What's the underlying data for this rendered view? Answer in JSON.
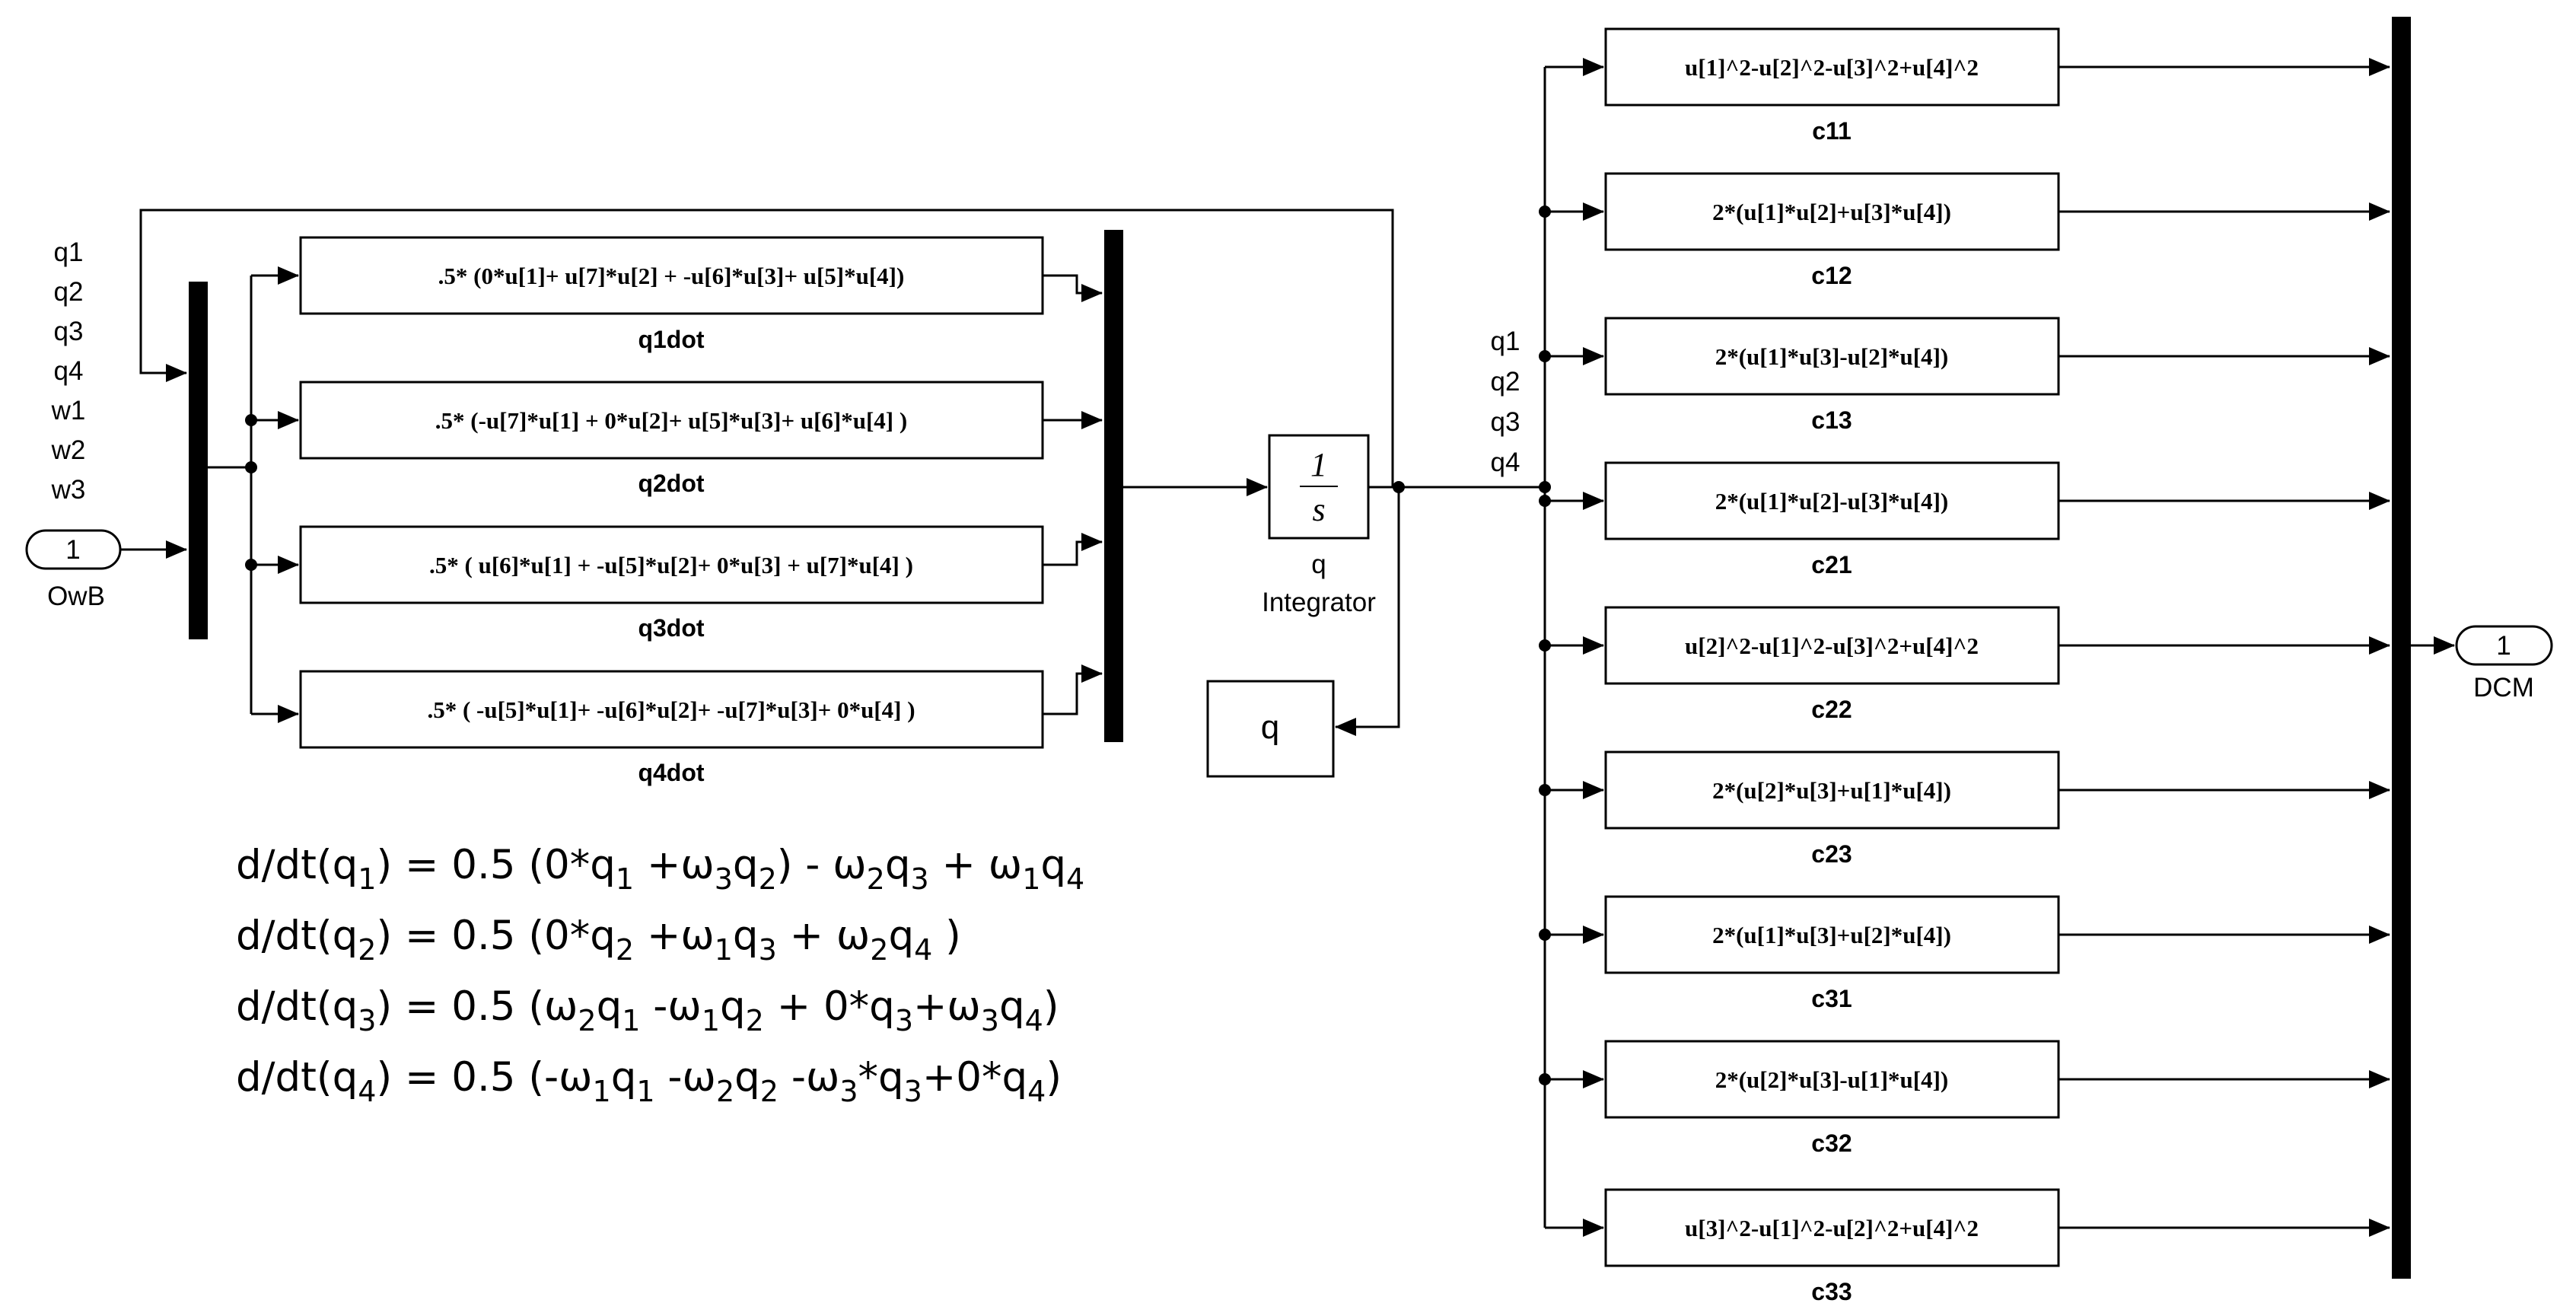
{
  "inport": {
    "number": "1",
    "name": "OwB"
  },
  "demux_signals": [
    "q1",
    "q2",
    "q3",
    "q4",
    "w1",
    "w2",
    "w3"
  ],
  "qdot_blocks": [
    {
      "expr": ".5* (0*u[1]+  u[7]*u[2] +  -u[6]*u[3]+  u[5]*u[4])",
      "name": "q1dot"
    },
    {
      "expr": ".5* (-u[7]*u[1]  +  0*u[2]+  u[5]*u[3]+  u[6]*u[4]  )",
      "name": "q2dot"
    },
    {
      "expr": ".5* ( u[6]*u[1] +  -u[5]*u[2]+   0*u[3] +  u[7]*u[4]  )",
      "name": "q3dot"
    },
    {
      "expr": ".5* ( -u[5]*u[1]+   -u[6]*u[2]+   -u[7]*u[3]+   0*u[4]  )",
      "name": "q4dot"
    }
  ],
  "integrator": {
    "num": "1",
    "den": "s",
    "state": "q",
    "name": "Integrator"
  },
  "goto_tag": "q",
  "bus_signals": [
    "q1",
    "q2",
    "q3",
    "q4"
  ],
  "dcm_blocks": [
    {
      "expr": "u[1]^2-u[2]^2-u[3]^2+u[4]^2",
      "name": "c11"
    },
    {
      "expr": "2*(u[1]*u[2]+u[3]*u[4])",
      "name": "c12"
    },
    {
      "expr": "2*(u[1]*u[3]-u[2]*u[4])",
      "name": "c13"
    },
    {
      "expr": "2*(u[1]*u[2]-u[3]*u[4])",
      "name": "c21"
    },
    {
      "expr": "u[2]^2-u[1]^2-u[3]^2+u[4]^2",
      "name": "c22"
    },
    {
      "expr": "2*(u[2]*u[3]+u[1]*u[4])",
      "name": "c23"
    },
    {
      "expr": "2*(u[1]*u[3]+u[2]*u[4])",
      "name": "c31"
    },
    {
      "expr": "2*(u[2]*u[3]-u[1]*u[4])",
      "name": "c32"
    },
    {
      "expr": "u[3]^2-u[1]^2-u[2]^2+u[4]^2",
      "name": "c33"
    }
  ],
  "outport": {
    "number": "1",
    "name": "DCM"
  },
  "equations": [
    [
      [
        "t",
        "d/dt(q"
      ],
      [
        "s",
        "1"
      ],
      [
        "t",
        ") = 0.5 (0*q"
      ],
      [
        "s",
        "1"
      ],
      [
        "t",
        " +ω"
      ],
      [
        "s",
        "3"
      ],
      [
        "t",
        "q"
      ],
      [
        "s",
        "2"
      ],
      [
        "t",
        ") - ω"
      ],
      [
        "s",
        "2"
      ],
      [
        "t",
        "q"
      ],
      [
        "s",
        "3"
      ],
      [
        "t",
        " + ω"
      ],
      [
        "s",
        "1"
      ],
      [
        "t",
        "q"
      ],
      [
        "s",
        "4"
      ]
    ],
    [
      [
        "t",
        "d/dt(q"
      ],
      [
        "s",
        "2"
      ],
      [
        "t",
        ") = 0.5 (0*q"
      ],
      [
        "s",
        "2"
      ],
      [
        "t",
        " +ω"
      ],
      [
        "s",
        "1"
      ],
      [
        "t",
        "q"
      ],
      [
        "s",
        "3"
      ],
      [
        "t",
        " + ω"
      ],
      [
        "s",
        "2"
      ],
      [
        "t",
        "q"
      ],
      [
        "s",
        "4"
      ],
      [
        "t",
        " )"
      ]
    ],
    [
      [
        "t",
        "d/dt(q"
      ],
      [
        "s",
        "3"
      ],
      [
        "t",
        ") = 0.5 (ω"
      ],
      [
        "s",
        "2"
      ],
      [
        "t",
        "q"
      ],
      [
        "s",
        "1"
      ],
      [
        "t",
        " -ω"
      ],
      [
        "s",
        "1"
      ],
      [
        "t",
        "q"
      ],
      [
        "s",
        "2"
      ],
      [
        "t",
        " + 0*q"
      ],
      [
        "s",
        "3"
      ],
      [
        "t",
        "+ω"
      ],
      [
        "s",
        "3"
      ],
      [
        "t",
        "q"
      ],
      [
        "s",
        "4"
      ],
      [
        "t",
        ")"
      ]
    ],
    [
      [
        "t",
        "d/dt(q"
      ],
      [
        "s",
        "4"
      ],
      [
        "t",
        ") = 0.5 (-ω"
      ],
      [
        "s",
        "1"
      ],
      [
        "t",
        "q"
      ],
      [
        "s",
        "1"
      ],
      [
        "t",
        " -ω"
      ],
      [
        "s",
        "2"
      ],
      [
        "t",
        "q"
      ],
      [
        "s",
        "2"
      ],
      [
        "t",
        " -ω"
      ],
      [
        "s",
        "3"
      ],
      [
        "t",
        "*q"
      ],
      [
        "s",
        "3"
      ],
      [
        "t",
        "+0*q"
      ],
      [
        "s",
        "4"
      ],
      [
        "t",
        ")"
      ]
    ]
  ]
}
